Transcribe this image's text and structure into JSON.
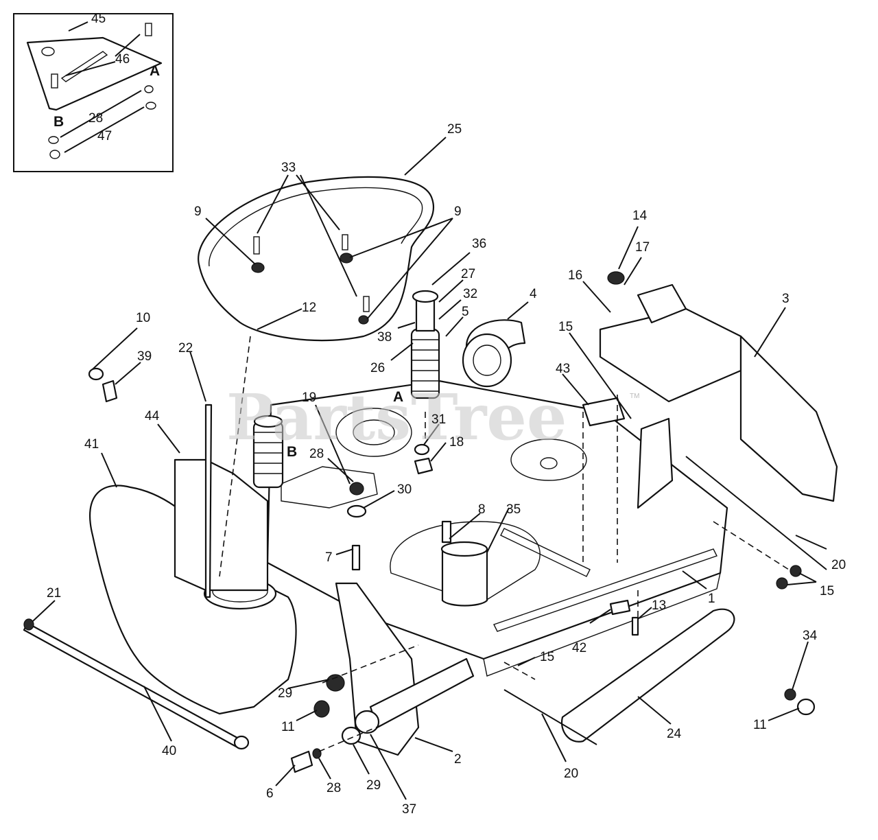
{
  "diagram": {
    "watermark": "PartsTree",
    "watermark_tm": "TM",
    "inset_letters": [
      "A",
      "B"
    ],
    "body_letters": [
      "A",
      "B"
    ],
    "callouts": [
      "45",
      "46",
      "28",
      "47",
      "25",
      "33",
      "9",
      "9",
      "36",
      "27",
      "32",
      "38",
      "5",
      "4",
      "26",
      "12",
      "14",
      "17",
      "16",
      "3",
      "15",
      "43",
      "10",
      "39",
      "22",
      "44",
      "41",
      "19",
      "28",
      "31",
      "18",
      "30",
      "8",
      "35",
      "7",
      "1",
      "20",
      "15",
      "13",
      "42",
      "15",
      "21",
      "24",
      "34",
      "29",
      "11",
      "40",
      "2",
      "11",
      "6",
      "28",
      "29",
      "37",
      "20"
    ]
  }
}
